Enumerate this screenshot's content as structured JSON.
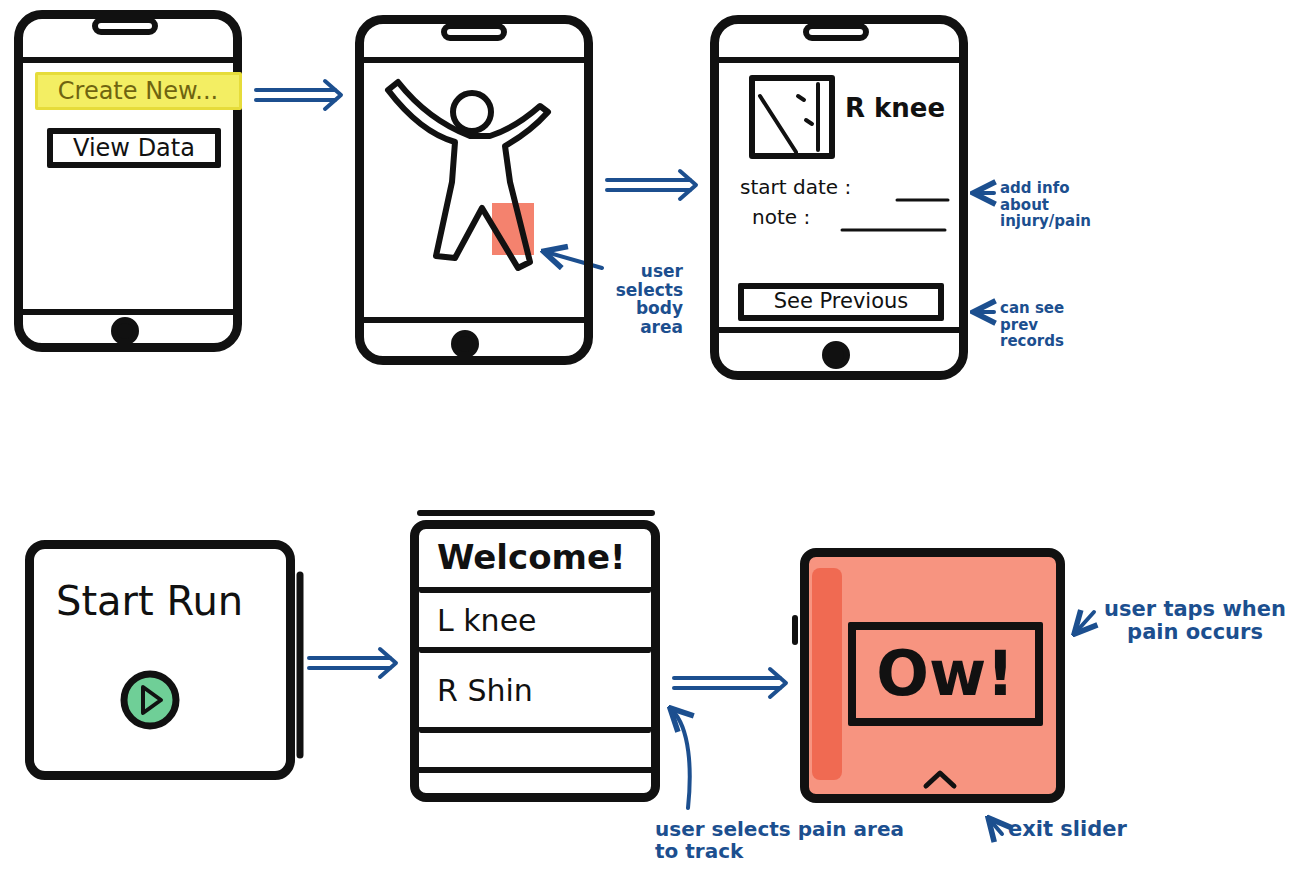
{
  "diagram": {
    "nodes": [
      {
        "text": []
      },
      {
        "text": [
          "Create New..."
        ],
        "in": 0
      },
      {
        "text": [
          "View Data"
        ],
        "in": 0
      },
      {
        "text": []
      },
      {
        "text": [
          "R knee",
          "start date :",
          "note :"
        ]
      },
      {
        "text": [
          "See Previous"
        ],
        "in": 4
      },
      {
        "text": [
          "Start Run"
        ]
      },
      {
        "text": []
      },
      {
        "text": [
          "Welcome!"
        ],
        "in": 7
      },
      {
        "text": [
          "L knee"
        ],
        "in": 7
      },
      {
        "text": [
          "R Shin"
        ],
        "in": 7
      },
      {
        "text": []
      },
      {
        "text": [
          "Ow!"
        ],
        "in": 11
      }
    ],
    "edges": [
      {
        "from": 0,
        "to": 3,
        "arrow": "to"
      },
      {
        "from": 3,
        "to": 4,
        "arrow": "to"
      },
      {
        "from": 6,
        "to": 7,
        "arrow": "to"
      },
      {
        "from": 7,
        "to": 11,
        "arrow": "to"
      }
    ],
    "labels": [
      "user selects body area",
      "add info about injury/pain",
      "can see prev records",
      "user selects pain area to track",
      "user taps when pain occurs",
      "exit slider"
    ]
  }
}
